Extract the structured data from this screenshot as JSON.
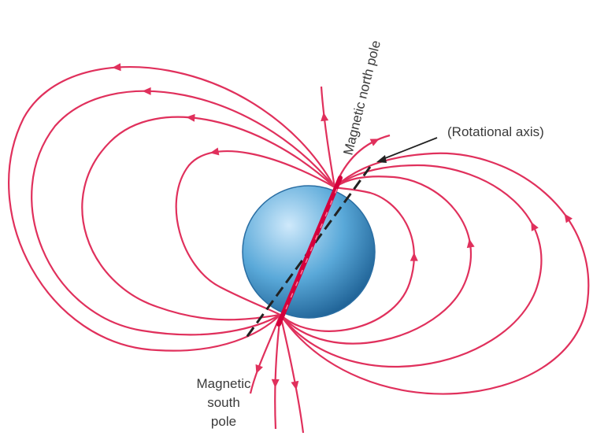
{
  "labels": {
    "north_pole": "Magnetic north pole",
    "rotational_axis": "(Rotational axis)",
    "south_pole_lines": [
      "Magnetic",
      "south",
      "pole"
    ]
  },
  "colors": {
    "field_line": "#e0305c",
    "magnet": "#d4003c",
    "axis": "#222222",
    "earth_light": "#cfe9fb",
    "earth_mid": "#5aa9d9",
    "earth_dark": "#1f6296",
    "text": "#3a3a3a"
  }
}
